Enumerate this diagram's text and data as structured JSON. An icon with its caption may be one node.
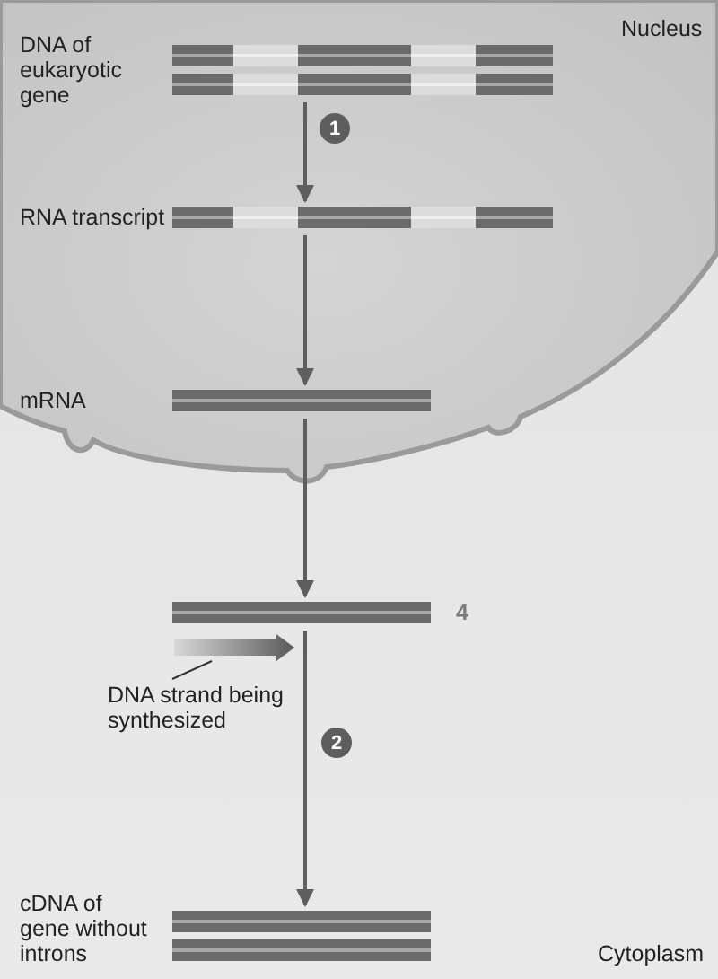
{
  "diagram": {
    "nodes": [
      {
        "text": [],
        "shape": "bar",
        "beside": [
          "DNA of eukaryotic gene"
        ]
      },
      {
        "text": [],
        "shape": "bar",
        "beside": [
          "RNA transcript"
        ]
      },
      {
        "text": [],
        "shape": "bar",
        "beside": [
          "mRNA"
        ]
      },
      {
        "text": [],
        "shape": "bar"
      },
      {
        "text": [
          "DNA strand being synthesized"
        ]
      },
      {
        "text": [],
        "shape": "bar"
      },
      {
        "text": [],
        "shape": "bar",
        "beside": [
          "cDNA of gene without introns"
        ]
      }
    ],
    "edges": [
      {
        "from": 0,
        "to": 1,
        "arrow": "to",
        "label": "1"
      },
      {
        "from": 1,
        "to": 2,
        "arrow": "to"
      },
      {
        "from": 2,
        "to": 3,
        "arrow": "to"
      },
      {
        "from": 4,
        "to": 5,
        "arrow": "none"
      },
      {
        "from": 3,
        "to": 6,
        "arrow": "to",
        "label": "2"
      }
    ],
    "labels": [
      "Nucleus",
      "4",
      "Cytoplasm"
    ]
  }
}
